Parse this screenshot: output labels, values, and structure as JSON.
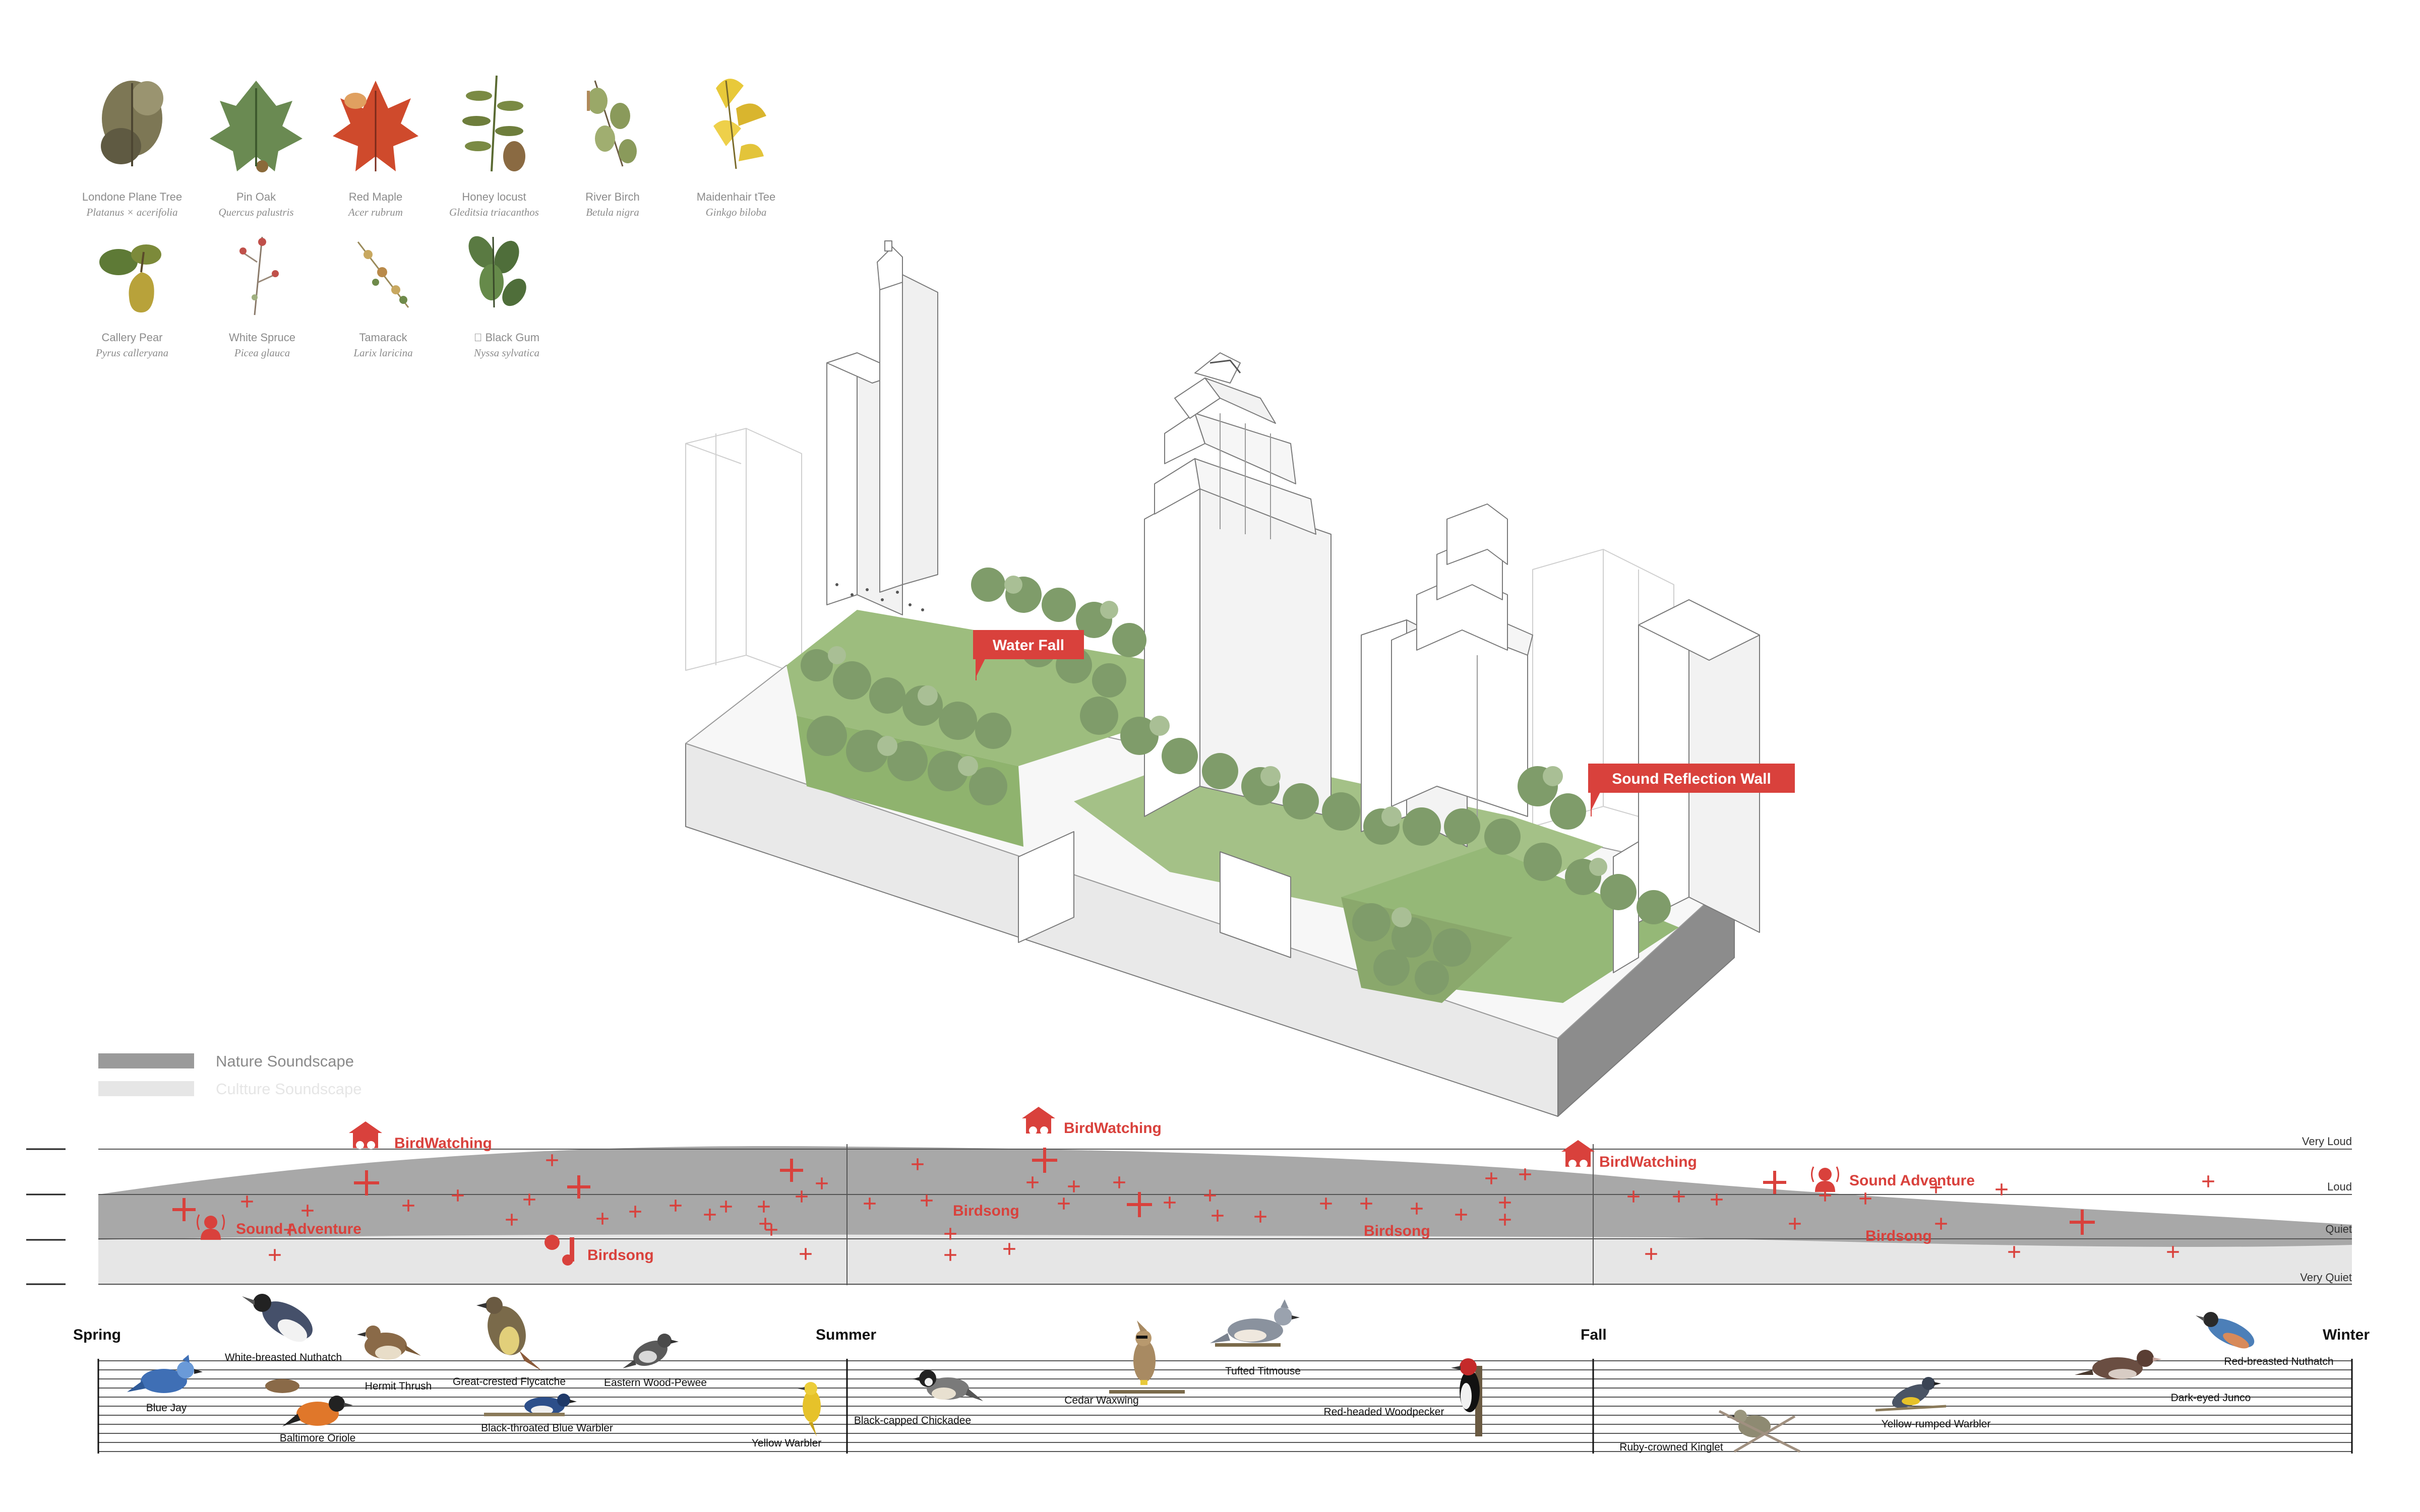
{
  "plants": [
    {
      "common": "Londone Plane Tree",
      "latin": "Platanus × acerifolia",
      "icon": "plane-tree-leaf-icon",
      "color": "#6f6a4e"
    },
    {
      "common": "Pin Oak",
      "latin": "Quercus palustris",
      "icon": "pin-oak-leaf-icon",
      "color": "#5d7a4a"
    },
    {
      "common": "Red Maple",
      "latin": "Acer rubrum",
      "icon": "red-maple-leaf-icon",
      "color": "#c9472a"
    },
    {
      "common": "Honey locust",
      "latin": "Gleditsia triacanthos",
      "icon": "honey-locust-leaf-icon",
      "color": "#6e7a3c"
    },
    {
      "common": "River Birch",
      "latin": "Betula nigra",
      "icon": "river-birch-leaf-icon",
      "color": "#8a9a5b"
    },
    {
      "common": "Maidenhair tTee",
      "latin": "Ginkgo biloba",
      "icon": "ginkgo-leaf-icon",
      "color": "#e3c43a"
    },
    {
      "common": "Callery Pear",
      "latin": "Pyrus calleryana",
      "icon": "callery-pear-icon",
      "color": "#7c8a3a"
    },
    {
      "common": "White Spruce",
      "latin": "Picea glauca",
      "icon": "white-spruce-icon",
      "color": "#9a8a7a"
    },
    {
      "common": "Tamarack",
      "latin": "Larix laricina",
      "icon": "tamarack-icon",
      "color": "#b9a25a"
    },
    {
      "common": "\u0000 Black Gum",
      "latin": "Nyssa sylvatica",
      "icon": "black-gum-leaf-icon",
      "color": "#4f6e3a"
    }
  ],
  "callouts": [
    {
      "label": "Water Fall"
    },
    {
      "label": "Sound Reflection Wall"
    }
  ],
  "legend": [
    {
      "label": "Nature Soundscape",
      "color": "#9a9a9a"
    },
    {
      "label": "Cultture Soundscape",
      "color": "#e6e6e6"
    }
  ],
  "soundscape": {
    "levels": [
      "Very Loud",
      "Loud",
      "Quiet",
      "Very Quiet"
    ],
    "activities": [
      {
        "label": "BirdWatching",
        "icon": "binoculars-icon"
      },
      {
        "label": "Sound Adventure",
        "icon": "listener-icon"
      },
      {
        "label": "Birdsong",
        "icon": "music-note-icon"
      },
      {
        "label": "BirdWatching",
        "icon": "binoculars-icon"
      },
      {
        "label": "Birdsong",
        "icon": ""
      },
      {
        "label": "Birdsong",
        "icon": ""
      },
      {
        "label": "BirdWatching",
        "icon": "binoculars-icon"
      },
      {
        "label": "Sound Adventure",
        "icon": "listener-icon"
      },
      {
        "label": "Birdsong",
        "icon": ""
      }
    ],
    "accent_color": "#d9413c"
  },
  "seasons": [
    "Spring",
    "Summer",
    "Fall",
    "Winter"
  ],
  "birds": [
    {
      "name": "Blue Jay",
      "color": "#3f6fb5"
    },
    {
      "name": "White-breasted Nuthatch",
      "color": "#45506a"
    },
    {
      "name": "Hermit Thrush",
      "color": "#8a6a48"
    },
    {
      "name": "Baltimore Oriole",
      "color": "#e0772a"
    },
    {
      "name": "Great-crested Flycatche",
      "color": "#7a6a4a"
    },
    {
      "name": "Eastern Wood-Pewee",
      "color": "#5a5a5a"
    },
    {
      "name": "Black-throated Blue Warbler",
      "color": "#2d4f8a"
    },
    {
      "name": "Yellow Warbler",
      "color": "#e6c22a"
    },
    {
      "name": "Black-capped Chickadee",
      "color": "#3a3a3a"
    },
    {
      "name": "Cedar Waxwing",
      "color": "#a88a62"
    },
    {
      "name": "Tufted Titmouse",
      "color": "#8a929e"
    },
    {
      "name": "Red-headed Woodpecker",
      "color": "#c42a2a"
    },
    {
      "name": "Ruby-crowned Kinglet",
      "color": "#8e8a72"
    },
    {
      "name": "Yellow-rumped Warbler",
      "color": "#4a5464"
    },
    {
      "name": "Dark-eyed Junco",
      "color": "#6a4e42"
    },
    {
      "name": "Red-breasted Nuthatch",
      "color": "#4c7fb8"
    }
  ]
}
